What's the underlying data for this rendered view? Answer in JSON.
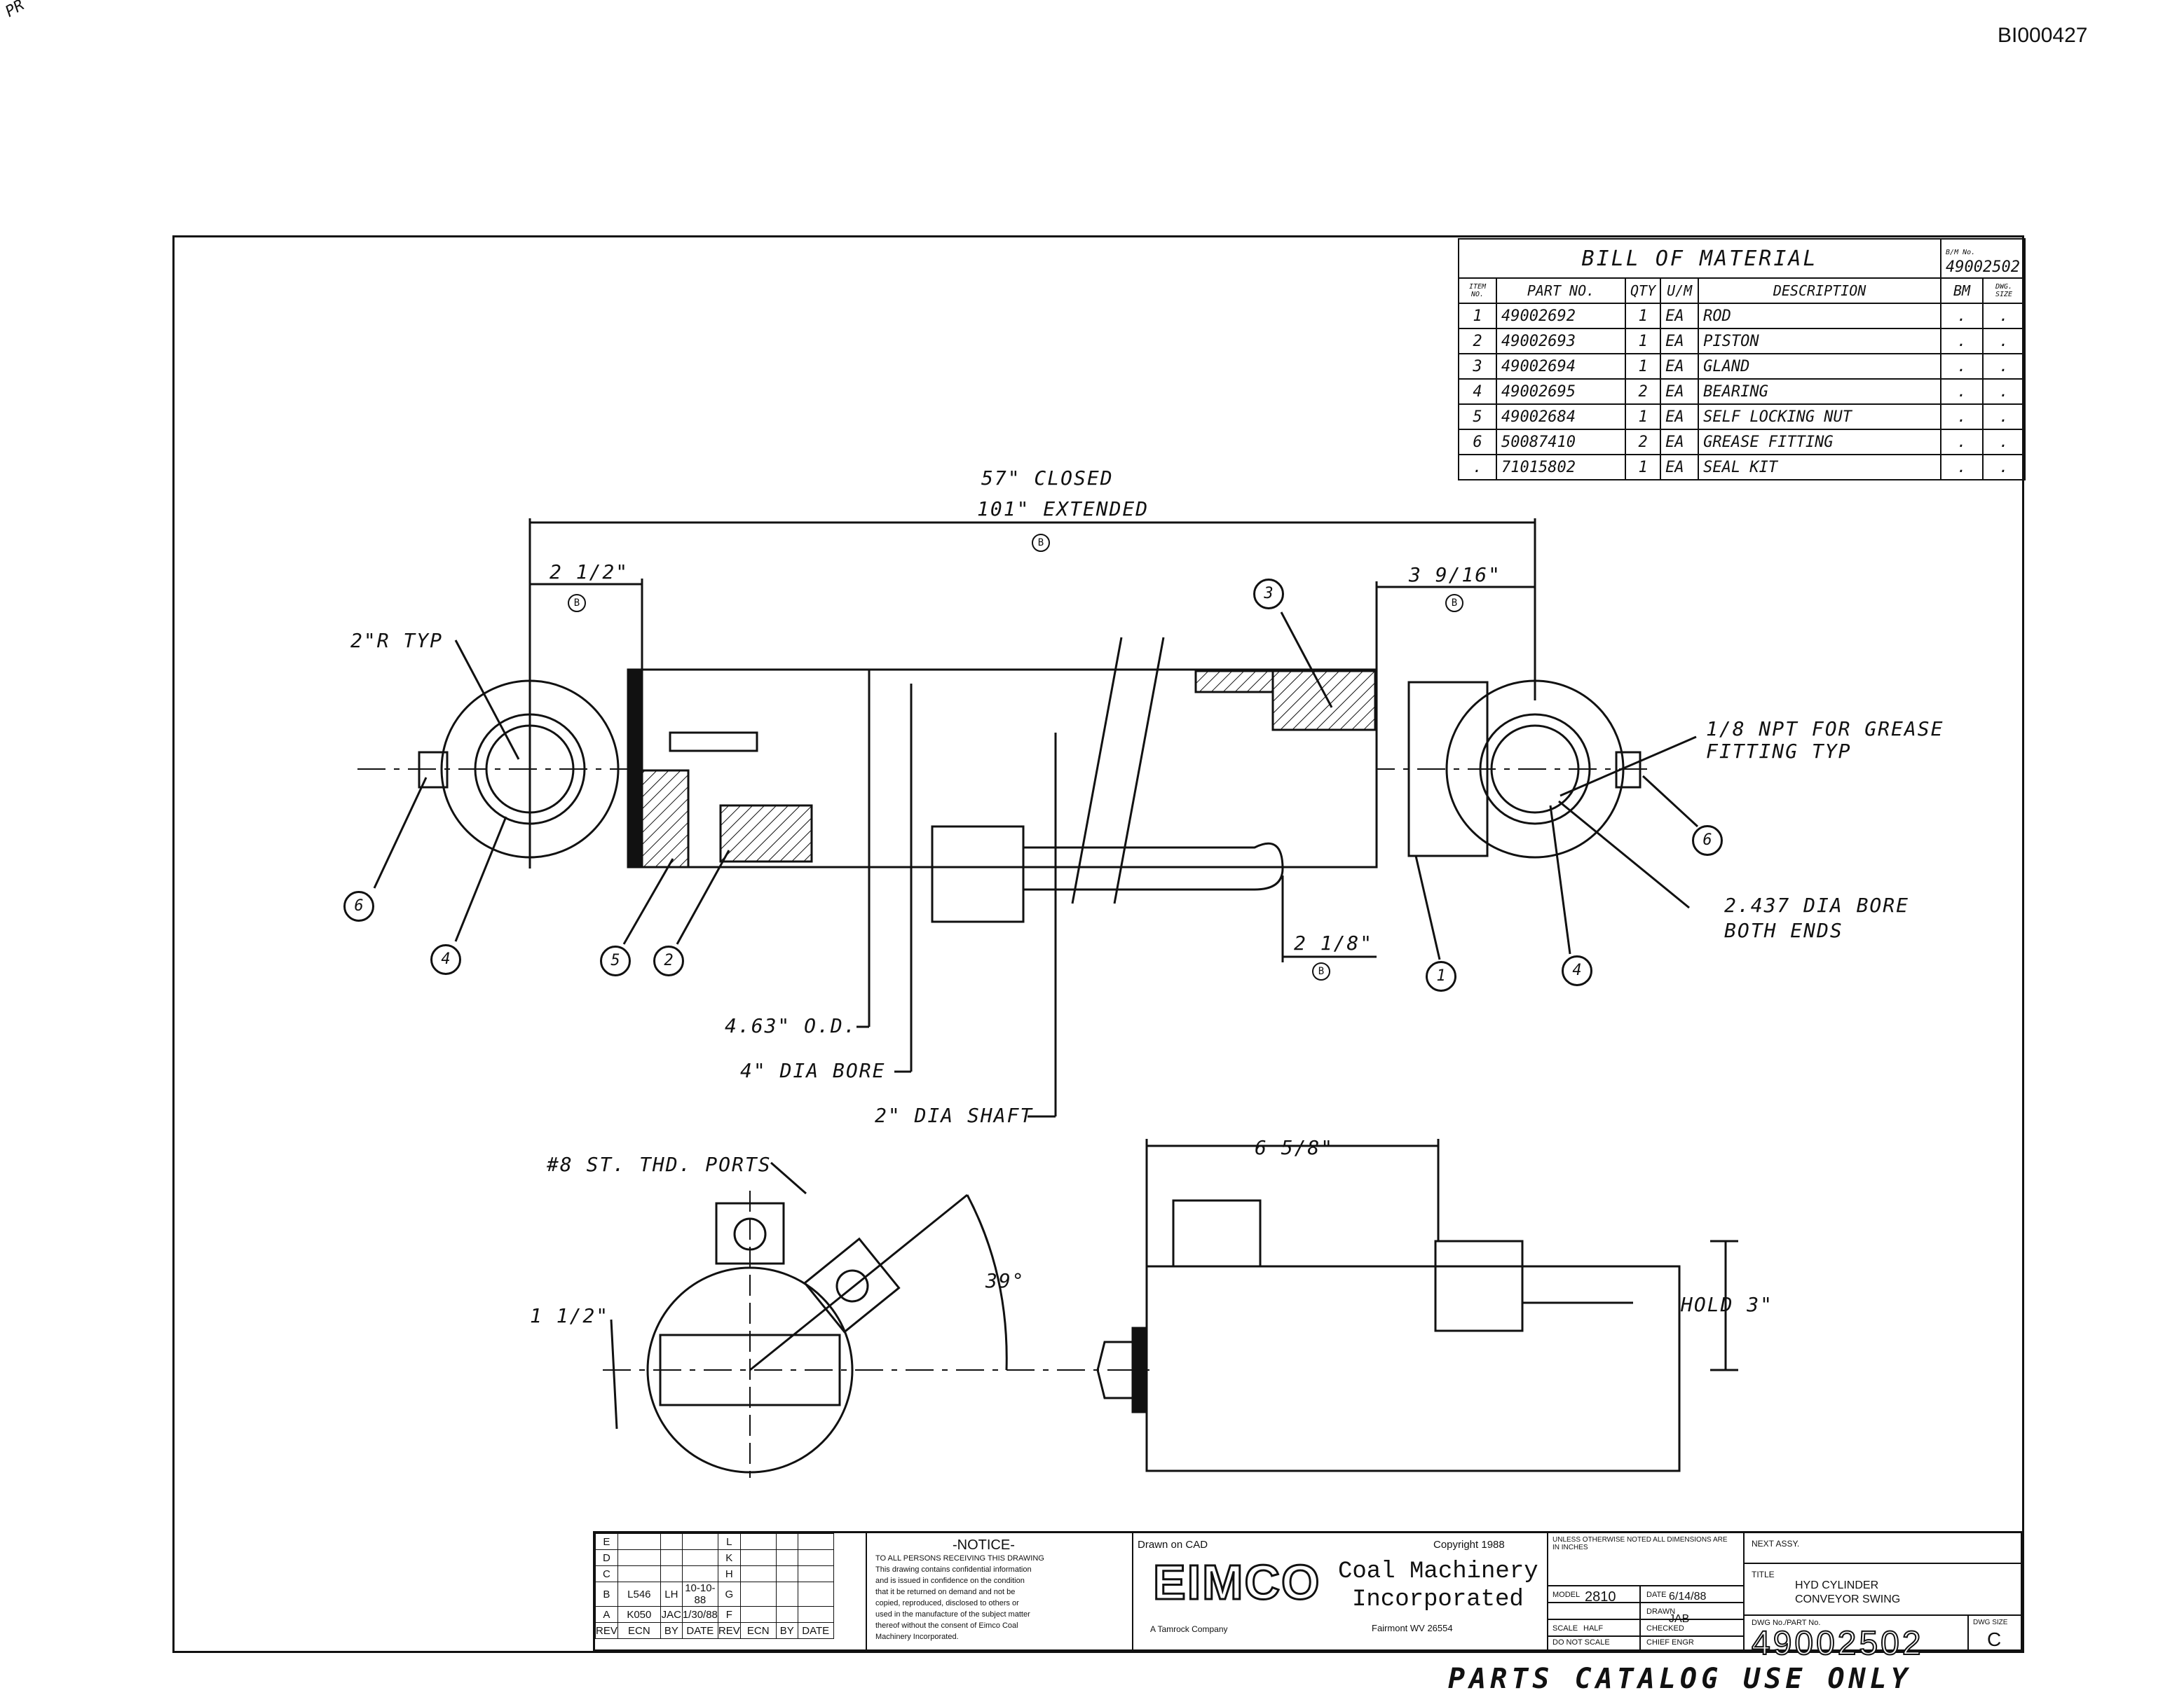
{
  "doc_id": "BI000427",
  "corner_note": "PR",
  "footer": "PARTS CATALOG USE ONLY",
  "bom": {
    "title": "BILL OF MATERIAL",
    "bm_no_label": "B/M No.",
    "bm_no": "49002502",
    "headers": [
      "ITEM NO.",
      "PART NO.",
      "QTY",
      "U/M",
      "DESCRIPTION",
      "BM",
      "DWG. SIZE"
    ],
    "rows": [
      [
        "1",
        "49002692",
        "1",
        "EA",
        "ROD",
        ".",
        "."
      ],
      [
        "2",
        "49002693",
        "1",
        "EA",
        "PISTON",
        ".",
        "."
      ],
      [
        "3",
        "49002694",
        "1",
        "EA",
        "GLAND",
        ".",
        "."
      ],
      [
        "4",
        "49002695",
        "2",
        "EA",
        "BEARING",
        ".",
        "."
      ],
      [
        "5",
        "49002684",
        "1",
        "EA",
        "SELF LOCKING NUT",
        ".",
        "."
      ],
      [
        "6",
        "50087410",
        "2",
        "EA",
        "GREASE FITTING",
        ".",
        "."
      ],
      [
        ".",
        "71015802",
        "1",
        "EA",
        "SEAL KIT",
        ".",
        "."
      ]
    ]
  },
  "labels": {
    "closed": "57\" CLOSED",
    "extended": "101\" EXTENDED",
    "dim_left": "2 1/2\"",
    "dim_right": "3 9/16\"",
    "radius": "2\"R TYP",
    "npt": "1/8 NPT FOR GREASE",
    "npt2": "FITTING TYP",
    "bore": "2.437 DIA BORE",
    "bore2": "BOTH ENDS",
    "dim_rod": "2 1/8\"",
    "od": "4.63\" O.D.",
    "dia_bore": "4\" DIA BORE",
    "shaft": "2\" DIA SHAFT",
    "ports": "#8 ST. THD. PORTS",
    "angle": "39°",
    "port_offset": "1 1/2\"",
    "width": "6 5/8\"",
    "hold": "HOLD 3\"",
    "B": "B"
  },
  "bubbles": {
    "b1": "1",
    "b2": "2",
    "b3": "3",
    "b4a": "4",
    "b4b": "4",
    "b5": "5",
    "b6a": "6",
    "b6b": "6"
  },
  "title_block": {
    "rev_rows": [
      {
        "rev": "E",
        "ecn": "",
        "by": "",
        "date": "",
        "rev2": "L"
      },
      {
        "rev": "D",
        "ecn": "",
        "by": "",
        "date": "",
        "rev2": "K"
      },
      {
        "rev": "C",
        "ecn": "",
        "by": "",
        "date": "",
        "rev2": "H"
      },
      {
        "rev": "B",
        "ecn": "L546",
        "by": "LH",
        "date": "10-10-88",
        "rev2": "G"
      },
      {
        "rev": "A",
        "ecn": "K050",
        "by": "JAC",
        "date": "1/30/88",
        "rev2": "F"
      }
    ],
    "rev_headers": [
      "REV",
      "ECN",
      "BY",
      "DATE",
      "REV",
      "ECN",
      "BY",
      "DATE"
    ],
    "notice_title": "-NOTICE-",
    "notice_1": "TO ALL PERSONS RECEIVING THIS DRAWING",
    "notice_2": "This drawing contains confidential information",
    "notice_3": "and is issued in confidence on the condition",
    "notice_4": "that it be returned on demand and not be",
    "notice_5": "copied, reproduced, disclosed to others or",
    "notice_6": "used in the manufacture of the subject matter",
    "notice_7": "thereof without the consent of Eimco Coal",
    "notice_8": "Machinery Incorporated.",
    "drawn_on": "Drawn on CAD",
    "copyright": "Copyright 1988",
    "eimco": "EIMCO",
    "company_1": "Coal Machinery",
    "company_2": "Incorporated",
    "location": "Fairmont WV 26554",
    "parent": "A Tamrock Company",
    "model_label": "MODEL",
    "model": "2810",
    "date_label": "DATE",
    "date": "6/14/88",
    "drawn_label": "DRAWN",
    "drawn": "JAB",
    "checked_label": "CHECKED",
    "scale_label": "SCALE",
    "scale": "HALF",
    "no_scale": "DO NOT SCALE",
    "chief_label": "CHIEF ENGR",
    "tolerance": "UNLESS OTHERWISE NOTED ALL DIMENSIONS ARE IN INCHES",
    "next_assy": "NEXT ASSY.",
    "title_label": "TITLE",
    "title_1": "HYD CYLINDER",
    "title_2": "CONVEYOR SWING",
    "dwg_label": "DWG No./PART No.",
    "dwg_no": "49002502",
    "size_label": "DWG SIZE",
    "size": "C"
  }
}
